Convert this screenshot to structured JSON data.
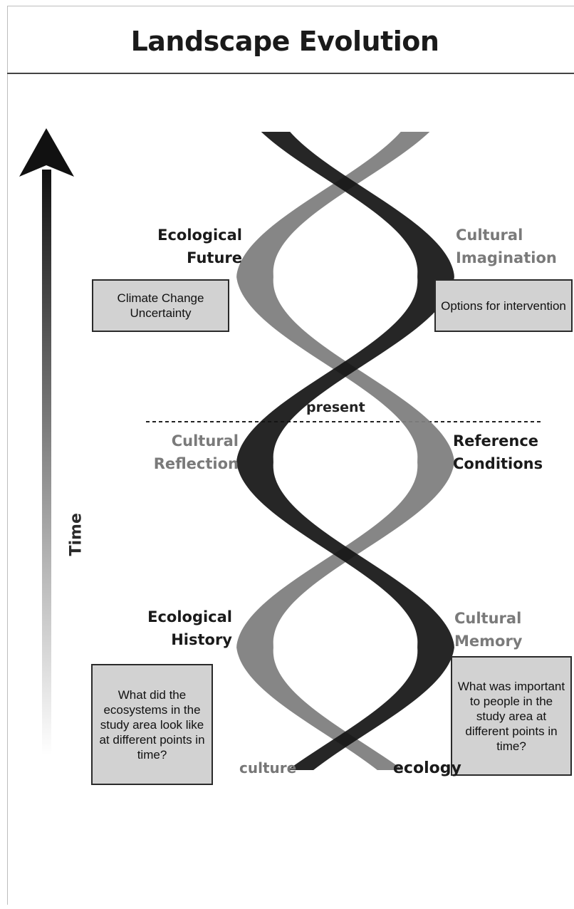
{
  "title": "Landscape Evolution",
  "axis": {
    "label": "Time"
  },
  "present_label": "present",
  "strands": {
    "left": "culture",
    "right": "ecology"
  },
  "labels": {
    "ecological_future": [
      "Ecological",
      "Future"
    ],
    "cultural_imagination": [
      "Cultural",
      "Imagination"
    ],
    "cultural_reflection": [
      "Cultural",
      "Reflection"
    ],
    "reference_conditions": [
      "Reference",
      "Conditions"
    ],
    "ecological_history": [
      "Ecological",
      "History"
    ],
    "cultural_memory": [
      "Cultural",
      "Memory"
    ]
  },
  "boxes": {
    "climate": "Climate Change Uncertainty",
    "options": "Options for intervention",
    "ecosystems": "What did the ecosystems in the study area look like at different points in time?",
    "important": "What was important to people in the study area at different points in time?"
  },
  "colors": {
    "ecology_strand": "#141414",
    "culture_strand": "#7f7f7f",
    "box_fill": "#d2d2d2"
  }
}
